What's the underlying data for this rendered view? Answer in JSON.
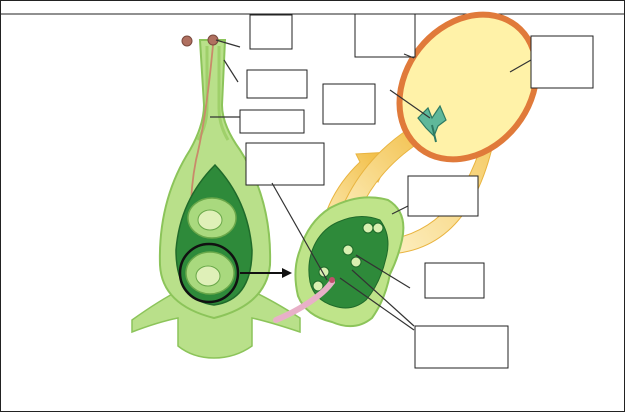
{
  "diagram": {
    "labels": [
      {
        "id": "label-1",
        "text": ""
      },
      {
        "id": "label-2",
        "text": ""
      },
      {
        "id": "label-3",
        "text": ""
      },
      {
        "id": "label-4",
        "text": ""
      },
      {
        "id": "label-5",
        "text": ""
      },
      {
        "id": "label-6",
        "text": ""
      },
      {
        "id": "label-7",
        "text": ""
      },
      {
        "id": "label-8",
        "text": ""
      },
      {
        "id": "label-9",
        "text": ""
      },
      {
        "id": "label-10",
        "text": ""
      },
      {
        "id": "label-11",
        "text": ""
      }
    ],
    "colors": {
      "ovary_light": "#c9e89a",
      "ovary_mid": "#9fd06a",
      "ovule_dark": "#2e8a3a",
      "pollen_outer": "#e07a3a",
      "pollen_inner": "#fff2a8",
      "arrow_yellow": "#f6c64a",
      "tube_pink": "#e8b0c8"
    }
  }
}
